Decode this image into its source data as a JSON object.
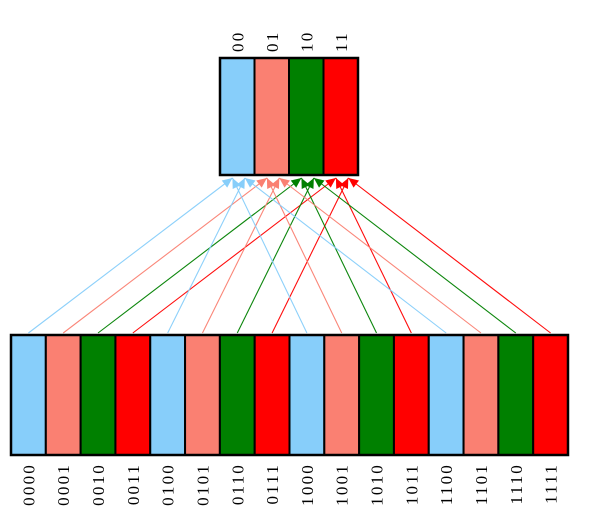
{
  "figure": {
    "background": "#FFFFFF",
    "border_color": "#000000",
    "label_color": "#000000",
    "color_cycle": [
      "#87CEFA",
      "#FA8072",
      "#008000",
      "#FF0000"
    ],
    "color_names": [
      "lightskyblue",
      "salmon",
      "green",
      "red"
    ],
    "top_block": {
      "labels": [
        "00",
        "01",
        "10",
        "11"
      ]
    },
    "bottom_block": {
      "labels": [
        "0000",
        "0001",
        "0010",
        "0011",
        "0100",
        "0101",
        "0110",
        "0111",
        "1000",
        "1001",
        "1010",
        "1011",
        "1100",
        "1101",
        "1110",
        "1111"
      ]
    },
    "connections": [
      {
        "from": "0000",
        "to": "00"
      },
      {
        "from": "0001",
        "to": "01"
      },
      {
        "from": "0010",
        "to": "10"
      },
      {
        "from": "0011",
        "to": "11"
      },
      {
        "from": "0100",
        "to": "00"
      },
      {
        "from": "0101",
        "to": "01"
      },
      {
        "from": "0110",
        "to": "10"
      },
      {
        "from": "0111",
        "to": "11"
      },
      {
        "from": "1000",
        "to": "00"
      },
      {
        "from": "1001",
        "to": "01"
      },
      {
        "from": "1010",
        "to": "10"
      },
      {
        "from": "1011",
        "to": "11"
      },
      {
        "from": "1100",
        "to": "00"
      },
      {
        "from": "1101",
        "to": "01"
      },
      {
        "from": "1110",
        "to": "10"
      },
      {
        "from": "1111",
        "to": "11"
      }
    ]
  }
}
